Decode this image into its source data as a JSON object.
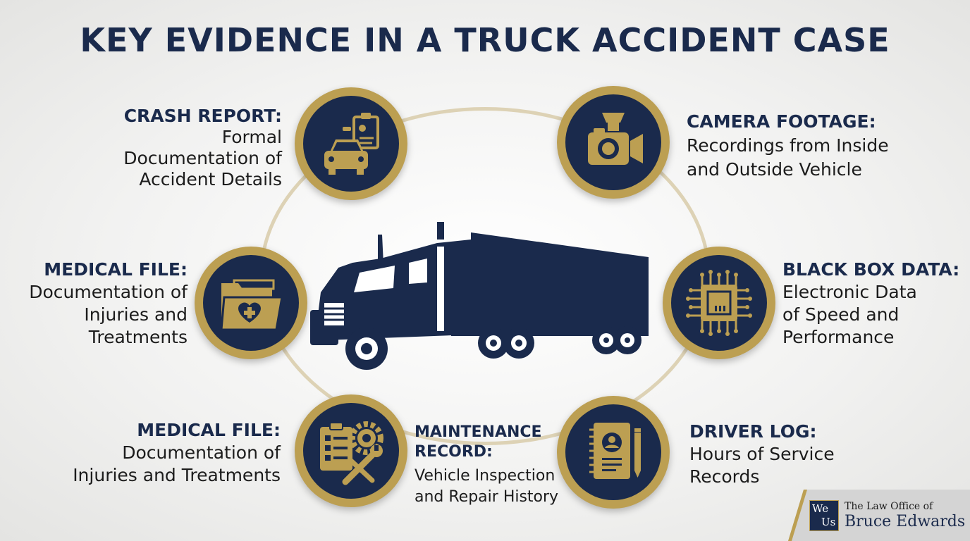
{
  "title": "KEY EVIDENCE IN A TRUCK ACCIDENT CASE",
  "colors": {
    "navy": "#1a2a4c",
    "gold": "#bc9f52",
    "ring": "#ddd2b5"
  },
  "items": [
    {
      "heading": "CRASH REPORT:",
      "lines": [
        "Formal",
        "Documentation of",
        "Accident Details"
      ],
      "icon": "police-car-report-icon"
    },
    {
      "heading": "CAMERA FOOTAGE:",
      "lines": [
        "Recordings from Inside",
        "and Outside Vehicle"
      ],
      "icon": "camera-icon"
    },
    {
      "heading": "MEDICAL FILE:",
      "lines": [
        "Documentation of",
        "Injuries and",
        "Treatments"
      ],
      "icon": "medical-folder-icon"
    },
    {
      "heading": "BLACK BOX DATA:",
      "lines": [
        "Electronic Data",
        "of Speed and",
        "Performance"
      ],
      "icon": "chip-icon"
    },
    {
      "heading": "MEDICAL FILE:",
      "lines": [
        "Documentation of",
        "Injuries and Treatments"
      ],
      "icon": "clipboard-gear-wrench-icon"
    },
    {
      "heading_lines": [
        "MAINTENANCE",
        "RECORD:"
      ],
      "lines": [
        "Vehicle Inspection",
        "and Repair History"
      ]
    },
    {
      "heading": "DRIVER LOG:",
      "lines": [
        "Hours of Service",
        "Records"
      ],
      "icon": "logbook-icon"
    }
  ],
  "logo": {
    "mark_top": "We",
    "mark_bottom": "Us",
    "small": "The Law Office of",
    "big": "Bruce Edwards"
  },
  "center_icon": "semi-truck-icon"
}
